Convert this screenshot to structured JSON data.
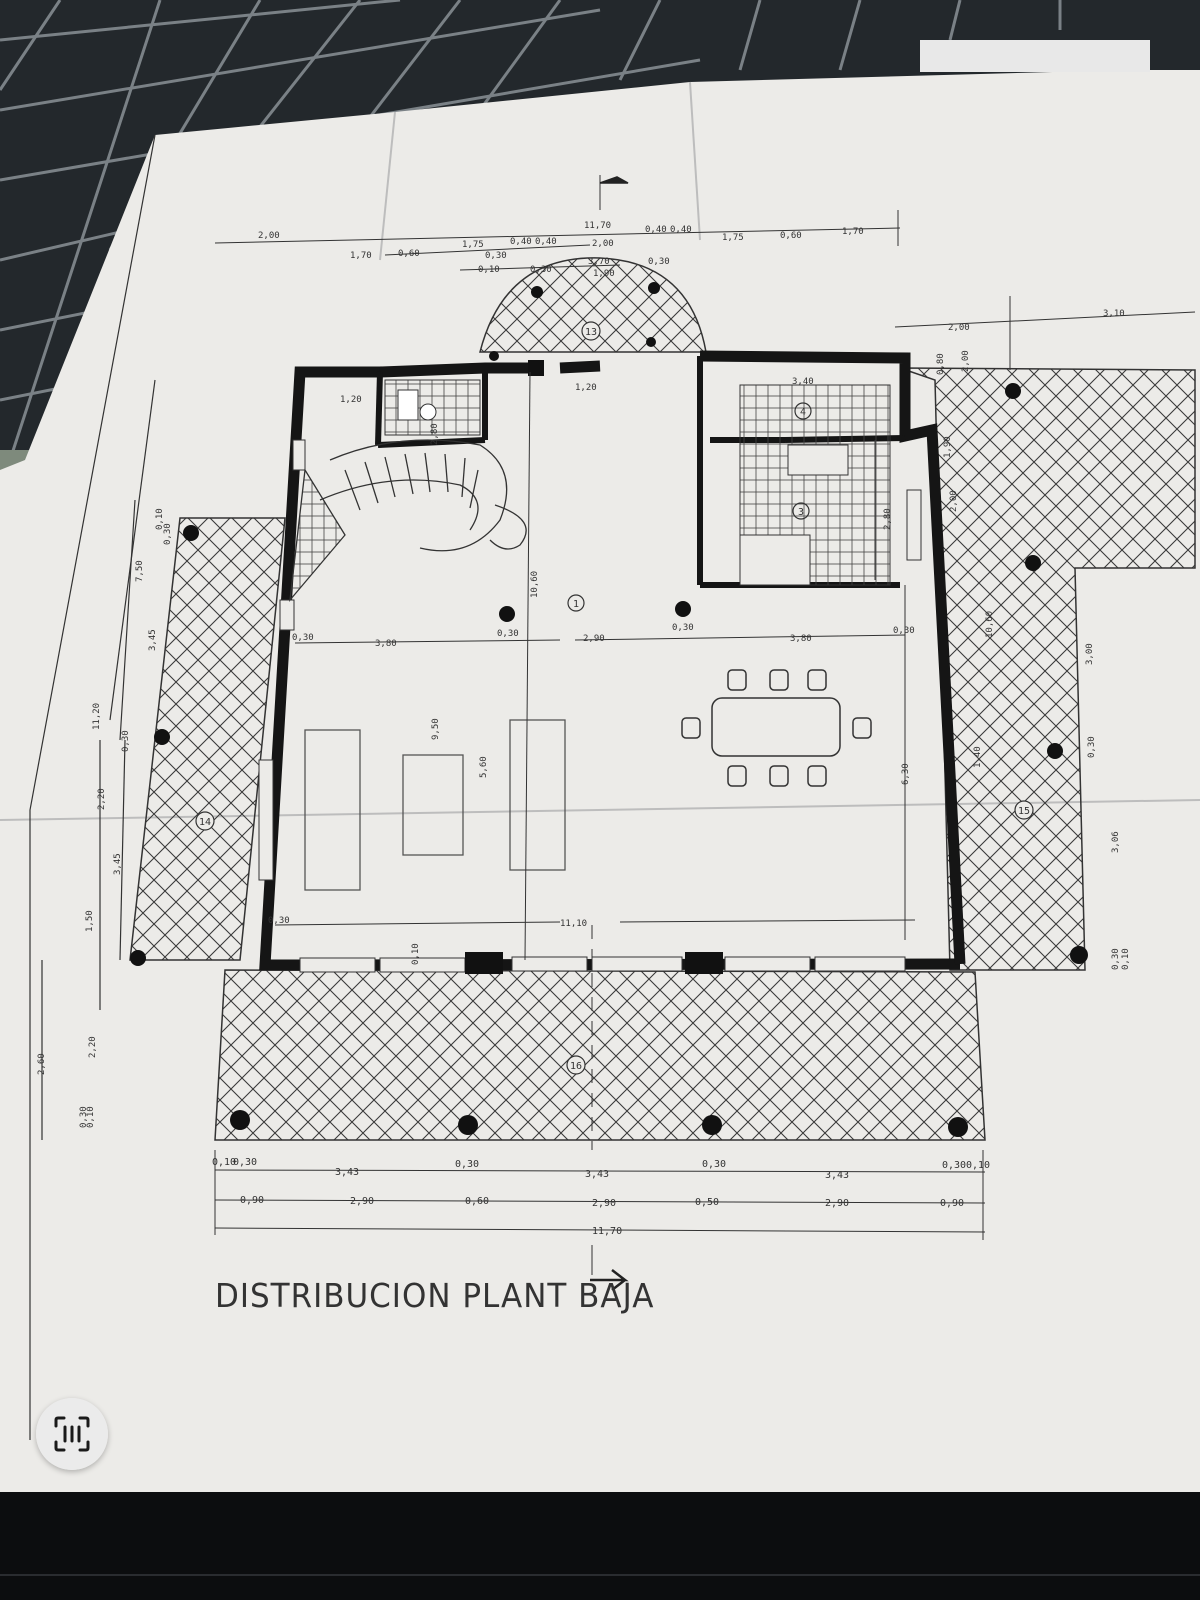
{
  "plan": {
    "title": "DISTRIBUCION PLANT BAJA",
    "room_numbers": [
      "1",
      "3",
      "4",
      "13",
      "14",
      "15",
      "16"
    ],
    "dimensions": {
      "top_total": "11,70",
      "top_row": [
        "2,00",
        "1,70",
        "0,60",
        "1,75",
        "0,40",
        "0,40",
        "2,00",
        "0,40",
        "0,40",
        "1,75",
        "0,60",
        "1,70"
      ],
      "top_small": [
        "0,30",
        "0,10",
        "3,70",
        "0,30",
        "1,90",
        "0,30"
      ],
      "right_top": [
        "2,00",
        "3,10"
      ],
      "right_vertical": [
        "0,80",
        "2,00",
        "1,90",
        "2,00",
        "10,60",
        "3,00",
        "3,06",
        "0,30",
        "0,30",
        "0,10",
        "1,40"
      ],
      "left_vertical": [
        "2,60",
        "2,20",
        "1,50",
        "3,45",
        "2,20",
        "11,20",
        "7,50",
        "3,45",
        "0,10",
        "0,30",
        "0,30",
        "0,30",
        "0,10"
      ],
      "interior": [
        "1,20",
        "2,80",
        "1,20",
        "0,30",
        "3,80",
        "0,30",
        "2,90",
        "0,30",
        "3,80",
        "0,30",
        "9,50",
        "5,60",
        "10,60",
        "6,30",
        "3,40",
        "2,80",
        "0,10",
        "0,30",
        "11,10"
      ],
      "bottom_row1": [
        "0,10",
        "0,30",
        "3,43",
        "0,30",
        "3,43",
        "0,30",
        "3,43",
        "0,30",
        "0,10"
      ],
      "bottom_row2": [
        "0,90",
        "2,90",
        "0,60",
        "2,90",
        "0,50",
        "2,90",
        "0,90"
      ],
      "bottom_total": "11,70"
    }
  },
  "ui": {
    "scan_icon": "live-text-scan-icon"
  },
  "colors": {
    "paper": "#ececea",
    "ink": "#1a1a1a",
    "background": "#1d2124"
  }
}
